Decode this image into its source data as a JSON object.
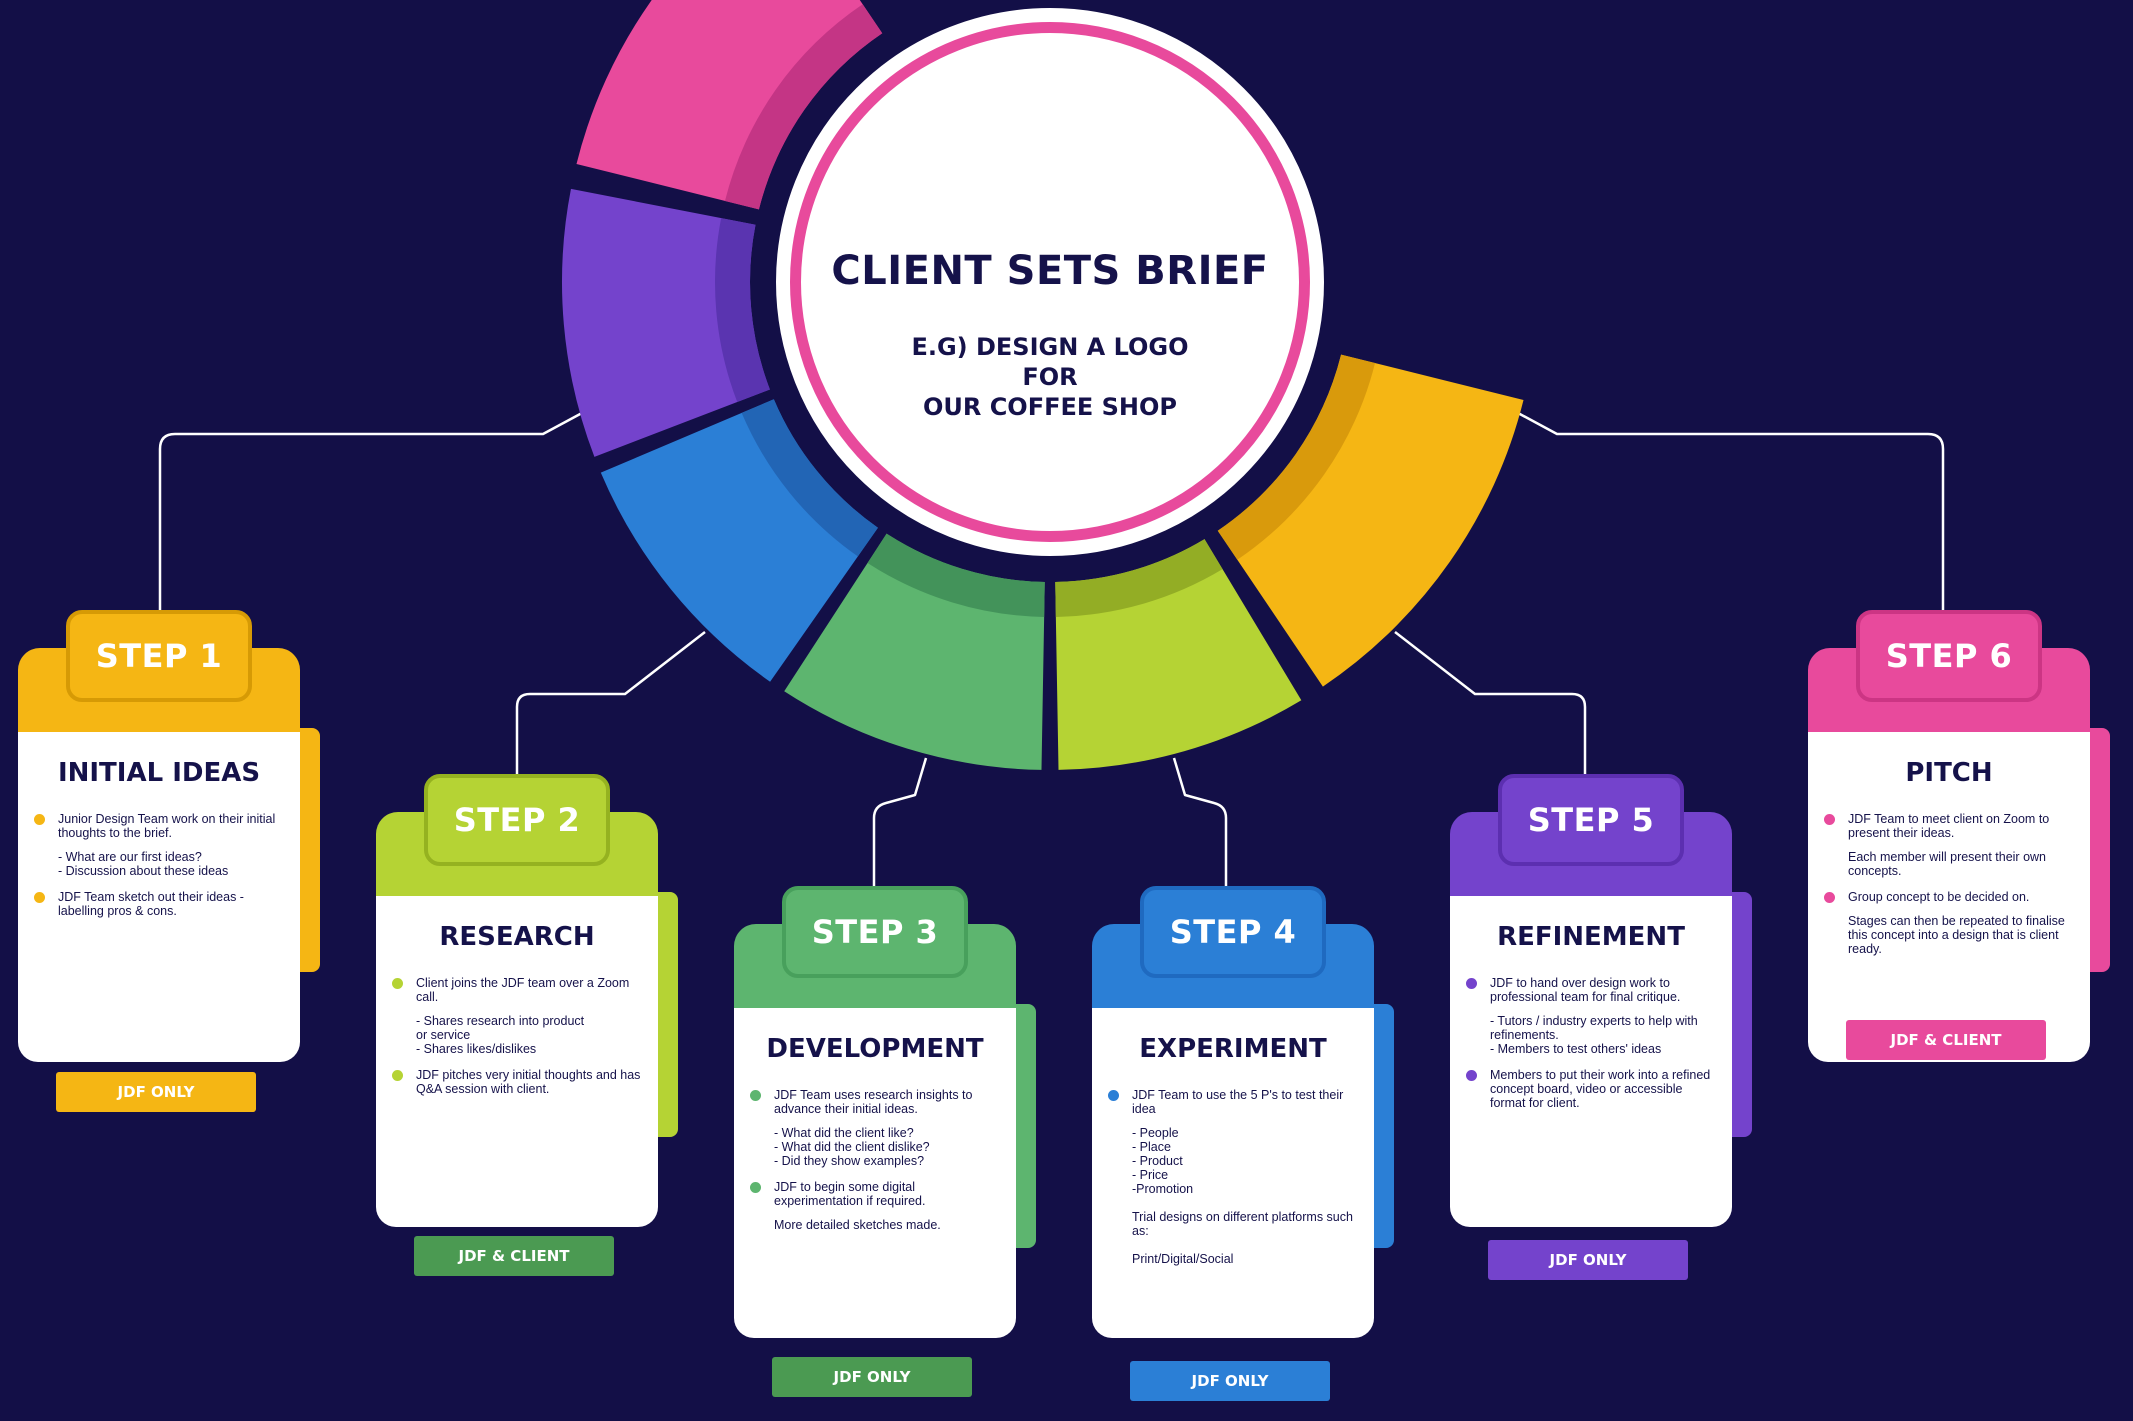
{
  "center": {
    "title": "CLIENT SETS BRIEF",
    "subtitle_line1": "E.G) DESIGN A LOGO FOR",
    "subtitle_line2": "OUR COFFEE SHOP",
    "ring_color": "#e84a9c"
  },
  "colors": {
    "background": "#130f47",
    "step1": "#f5b614",
    "step2": "#b5d334",
    "step3": "#5db56f",
    "step4": "#2b7fd6",
    "step5": "#7443cc",
    "step6": "#e84a9c"
  },
  "steps": [
    {
      "label": "STEP 1",
      "title": "INITIAL IDEAS",
      "bullets": [
        {
          "text": "Junior Design Team work on their initial thoughts to the brief.",
          "detail": "- What are our first ideas?\n- Discussion about these ideas"
        },
        {
          "text": "JDF Team sketch out their ideas - labelling pros & cons.",
          "detail": ""
        }
      ],
      "button": "JDF ONLY"
    },
    {
      "label": "STEP 2",
      "title": "RESEARCH",
      "bullets": [
        {
          "text": "Client joins the JDF team over a Zoom call.",
          "detail": "- Shares research into product\nor service\n- Shares likes/dislikes"
        },
        {
          "text": "JDF pitches very initial thoughts and has Q&A session with client.",
          "detail": ""
        }
      ],
      "button": "JDF & CLIENT"
    },
    {
      "label": "STEP 3",
      "title": "DEVELOPMENT",
      "bullets": [
        {
          "text": "JDF Team uses research insights to advance their initial ideas.",
          "detail": "- What did the client like?\n- What did the client dislike?\n- Did they show examples?"
        },
        {
          "text": "JDF to begin some digital experimentation if required.",
          "detail": "More detailed sketches made."
        }
      ],
      "button": "JDF ONLY"
    },
    {
      "label": "STEP 4",
      "title": "EXPERIMENT",
      "bullets": [
        {
          "text": "JDF Team to use the 5 P's to test their idea",
          "detail": "- People\n- Place\n- Product\n- Price\n-Promotion\n\nTrial designs on different platforms such as:\n\nPrint/Digital/Social"
        }
      ],
      "button": "JDF ONLY"
    },
    {
      "label": "STEP 5",
      "title": "REFINEMENT",
      "bullets": [
        {
          "text": "JDF to hand over design work to professional team for final critique.",
          "detail": "- Tutors / industry experts to help with refinements.\n- Members to test others' ideas"
        },
        {
          "text": "Members to put their work into a refined concept board, video or accessible format for client.",
          "detail": ""
        }
      ],
      "button": "JDF ONLY"
    },
    {
      "label": "STEP 6",
      "title": "PITCH",
      "bullets": [
        {
          "text": "JDF Team to meet client on Zoom to present their ideas.",
          "detail": "Each member will present their own concepts."
        },
        {
          "text": "Group concept to be decided on.",
          "detail": "Stages can then be repeated to finalise this concept into a design that is client ready."
        }
      ],
      "button": "JDF & CLIENT"
    }
  ]
}
